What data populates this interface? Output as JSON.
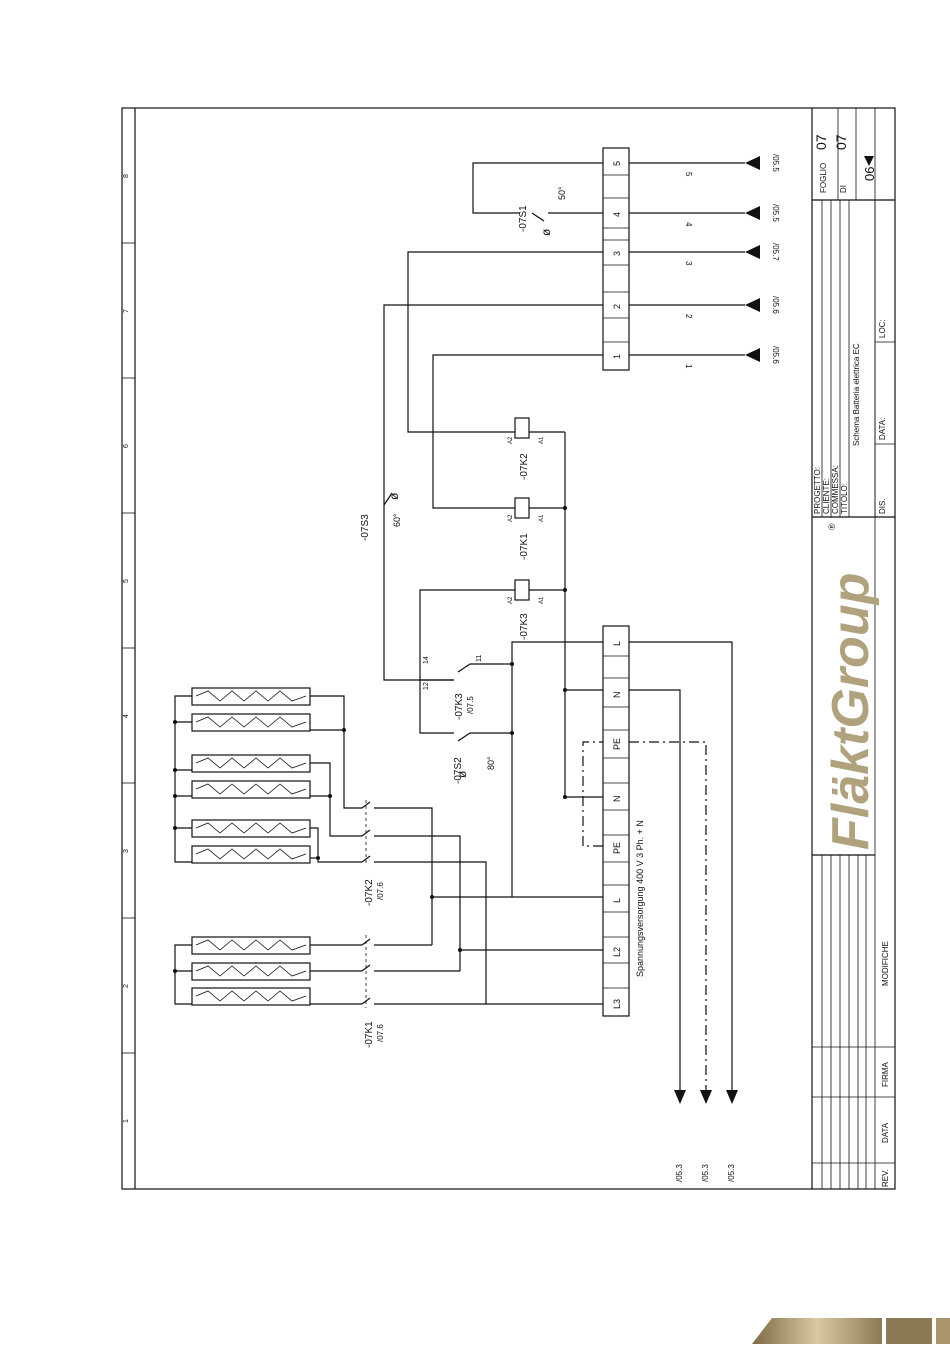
{
  "grid_columns": [
    "1",
    "2",
    "3",
    "4",
    "5",
    "6",
    "7",
    "8"
  ],
  "title_block": {
    "rev_label": "REV.",
    "data_label": "DATA",
    "firma_label": "FIRMA",
    "modifiche_label": "MODIFICHE",
    "dis_label": "DIS.",
    "data2_label": "DATA:",
    "loc_label": "LOC:",
    "progetto_label": "PROGETTO:",
    "cliente_label": "CLIENTE:",
    "commessa_label": "COMMESSA:",
    "titolo_label": "TITOLO:",
    "titolo_value": "Schema Batteria elettrica EC",
    "foglio_label": "FOGLIO",
    "foglio_value": "07",
    "di_label": "DI",
    "di_value": "07",
    "page_code": "06"
  },
  "logo": {
    "text": "FläktGroup",
    "color": "#b0a27c",
    "mark": "®"
  },
  "supply_label": "Spannungsversorgung 400 V 3 Ph. + N",
  "supply_terminals": [
    "L3",
    "L2",
    "L",
    "PE",
    "N",
    "PE",
    "N",
    "L"
  ],
  "control_terminals": [
    "1",
    "2",
    "3",
    "4",
    "5"
  ],
  "components": {
    "k1": "-07K1",
    "k1_ref": "/07.6",
    "k2": "-07K2",
    "k2_ref": "/07.6",
    "k3": "-07K3",
    "k3_ref": "/07.5",
    "k1_coil": "-07K1",
    "k2_coil": "-07K2",
    "k3_coil": "-07K3",
    "coil_a1": "A1",
    "coil_a2": "A2",
    "s1": "-07S1",
    "s1_temp": "50°",
    "s2": "-07S2",
    "s2_temp": "80°",
    "s3": "-07S3",
    "s3_temp": "60°",
    "k3_contact_14": "14",
    "k3_contact_12": "12",
    "k3_contact_11": "11"
  },
  "wire_labels": [
    "1",
    "2",
    "3",
    "4",
    "5"
  ],
  "outgoing_refs": [
    "/05.6",
    "/05.6",
    "/05.7",
    "/05.5",
    "/05.5"
  ],
  "bottom_refs": [
    "/05.3",
    "/05.3",
    "/05.3"
  ],
  "colors": {
    "line": "#111111",
    "logo": "#b0a27c",
    "tab_dark": "#7d6a46",
    "tab_light": "#d9c9a2"
  }
}
